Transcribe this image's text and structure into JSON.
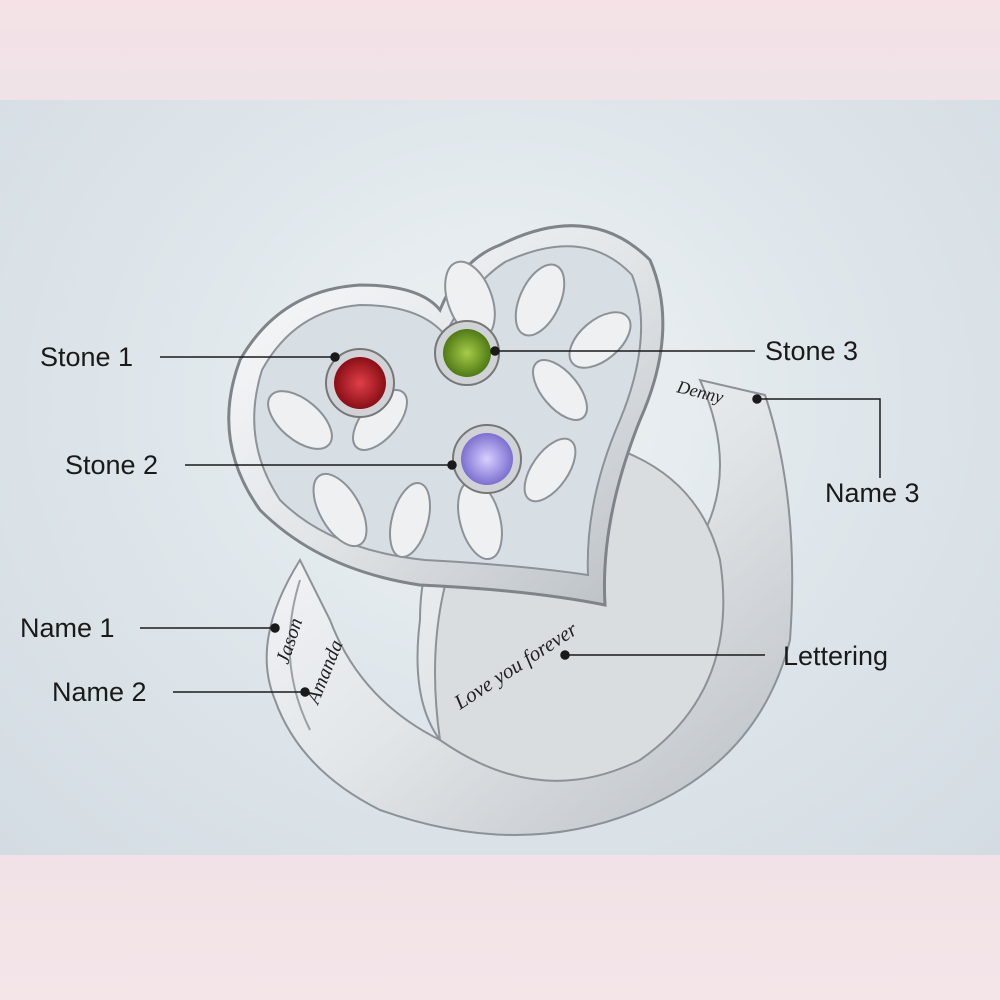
{
  "labels": {
    "stone1": "Stone 1",
    "stone2": "Stone 2",
    "stone3": "Stone 3",
    "name1": "Name 1",
    "name2": "Name 2",
    "name3": "Name 3",
    "lettering": "Lettering"
  },
  "engravings": {
    "name1": "Jason",
    "name2": "Amanda",
    "name3": "Denny",
    "lettering": "Love you forever"
  },
  "colors": {
    "stone1": "#b01a22",
    "stone2": "#9b8ee0",
    "stone3": "#6e9a26",
    "metal": "#e9ecee"
  }
}
